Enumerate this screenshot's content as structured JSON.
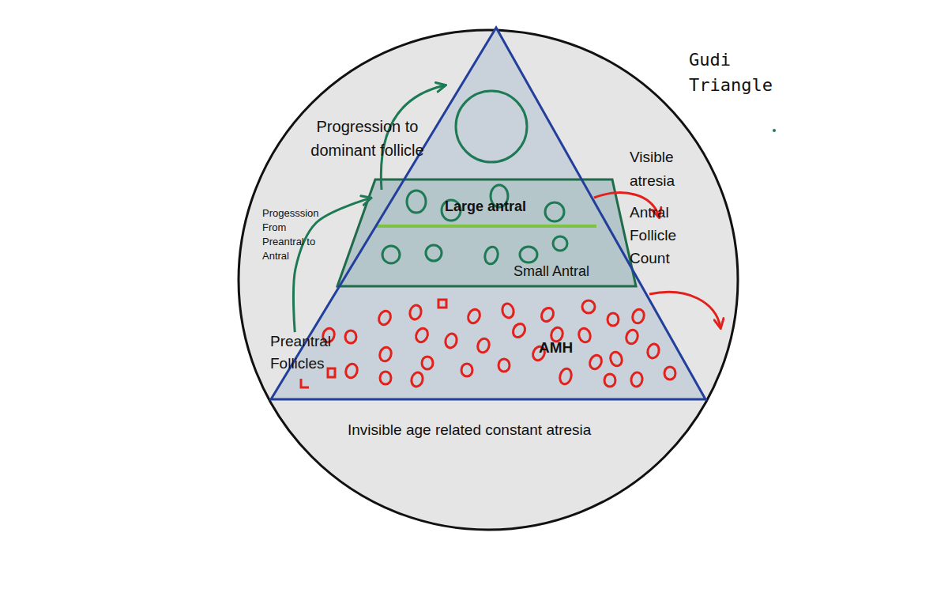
{
  "diagram": {
    "title": "Gudi Triangle",
    "nodes": [
      {
        "text": [
          "Invisible age related constant atresia"
        ]
      },
      {
        "text": [
          "Large antral"
        ],
        "in": 0
      },
      {
        "text": [
          "Small Antral"
        ],
        "in": 0
      },
      {
        "text": [
          "Preantral Follicles",
          "AMH"
        ],
        "in": 0
      }
    ],
    "edges": [
      {
        "from": 3,
        "to": 1,
        "arrow": "to",
        "label": "Progesssion From Preantral to Antral"
      }
    ],
    "labels": [
      "Progression to dominant follicle",
      "Visible atresia",
      "Antral Follicle Count"
    ]
  }
}
